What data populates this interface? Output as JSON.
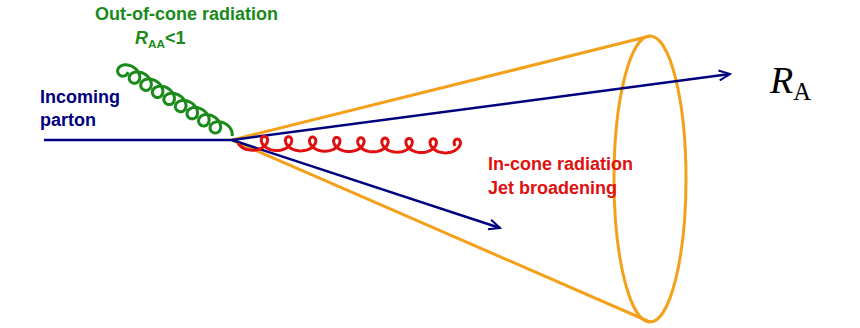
{
  "diagram": {
    "labels": [
      "Out-of-cone radiation",
      "R",
      "AA",
      "<1",
      "Incoming parton",
      "In-cone radiation",
      "Jet broadening",
      "R",
      "A"
    ]
  }
}
